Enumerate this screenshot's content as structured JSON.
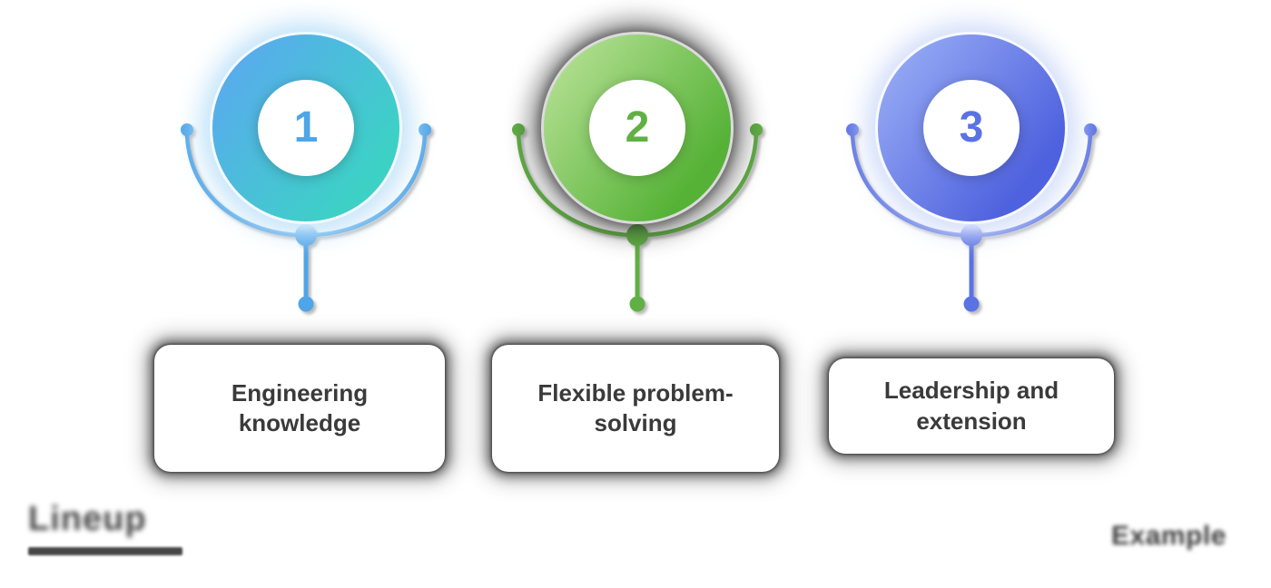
{
  "diagram": {
    "steps": [
      {
        "number": "1",
        "label": "Engineering knowledge",
        "accent": "#4EA5E9",
        "ring_from": "#5AA9EF",
        "ring_to": "#3DD1C6",
        "halo": "rgba(206,233,251,0.9)"
      },
      {
        "number": "2",
        "label": "Flexible problem-solving",
        "accent": "#61B045",
        "ring_from": "#B5E093",
        "ring_to": "#55B236",
        "halo": "rgba(40,40,40,0.45)"
      },
      {
        "number": "3",
        "label": "Leadership and extension",
        "accent": "#5A72E4",
        "ring_from": "#97ABF5",
        "ring_to": "#4E61DE",
        "halo": "rgba(220,228,251,0.9)"
      }
    ],
    "card_text_color": "#3A3A3A"
  },
  "footer": {
    "brand": "Lineup",
    "brand_color": "#464646",
    "note": "Example",
    "note_color": "#3C3C3C"
  }
}
